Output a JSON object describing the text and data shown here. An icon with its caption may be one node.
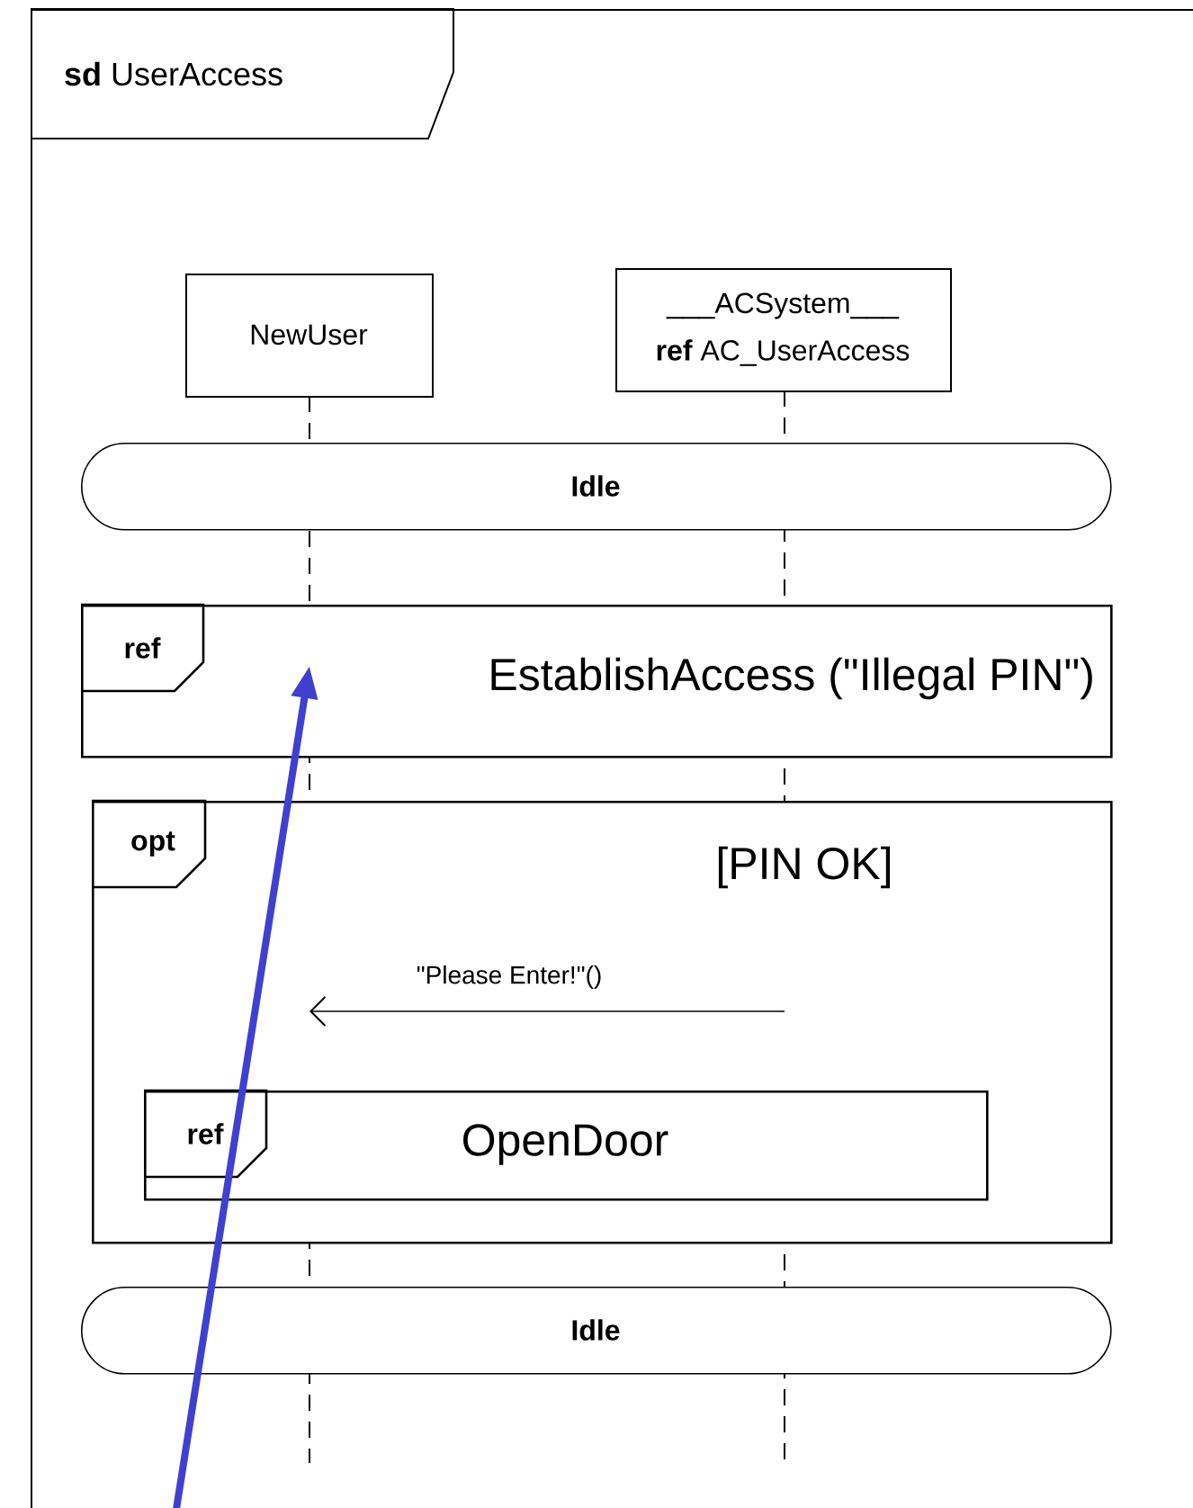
{
  "diagram": {
    "nodes": [
      {
        "text": [
          "**sd** UserAccess"
        ]
      },
      {
        "text": [
          "NewUser"
        ],
        "in": 0
      },
      {
        "text": [
          "___ACSystem___",
          "**ref** AC_UserAccess"
        ],
        "in": 0
      },
      {
        "text": [
          "Idle"
        ],
        "in": 0
      },
      {
        "text": [
          "ref",
          "EstablishAccess (\"Illegal PIN\")"
        ],
        "in": 0
      },
      {
        "text": [
          "opt",
          "[PIN OK]"
        ],
        "in": 0
      },
      {
        "text": [
          "ref",
          "OpenDoor"
        ],
        "in": 5
      },
      {
        "text": [
          "Idle"
        ],
        "in": 0
      },
      {
        "text": [],
        "shape": "line",
        "in": 0
      },
      {
        "text": [],
        "shape": "line",
        "in": 0
      }
    ],
    "edges": [
      {
        "from": 9,
        "to": 8,
        "arrow": "to",
        "label": "\"Please Enter!\"()"
      },
      {
        "from": null,
        "to": 4,
        "arrow": "to",
        "style": "thick",
        "color": "#4040d0"
      }
    ]
  }
}
